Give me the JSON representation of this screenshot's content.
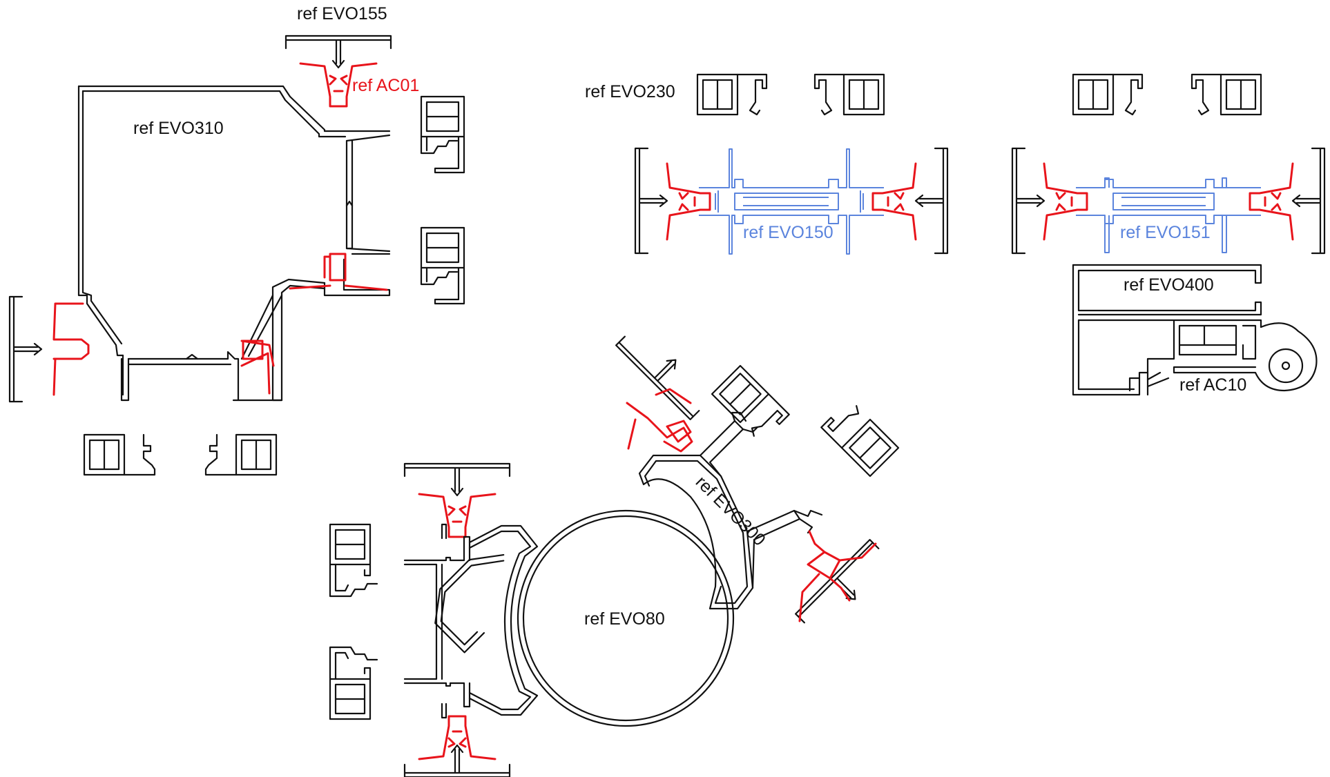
{
  "colors": {
    "profile_stroke": "#111111",
    "gasket_red": "#e8141b",
    "mullion_blue": "#5b84dd",
    "background": "#ffffff"
  },
  "labels": {
    "evo155": "ref EVO155",
    "ac01": "ref AC01",
    "evo310": "ref EVO310",
    "evo230": "ref EVO230",
    "evo150": "ref EVO150",
    "evo151": "ref EVO151",
    "evo400": "ref EVO400",
    "ac10": "ref AC10",
    "evo300": "ref EVO300",
    "evo80": "ref EVO80"
  }
}
